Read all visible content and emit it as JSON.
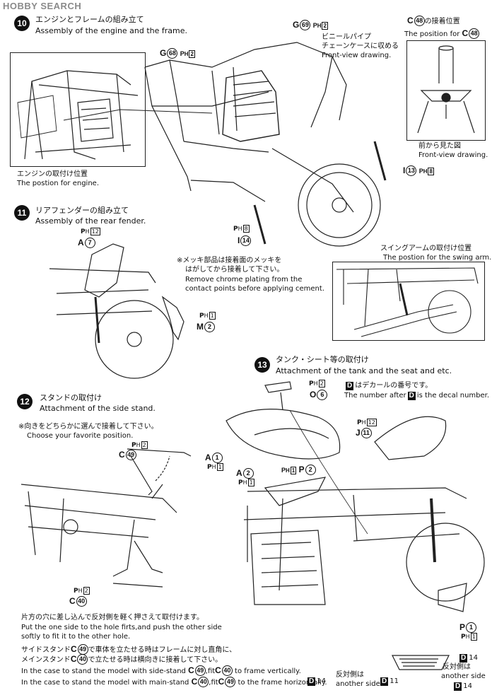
{
  "watermark": "HOBBY SEARCH",
  "steps": {
    "s10": {
      "num": "10",
      "jp": "エンジンとフレームの組み立て",
      "en": "Assembly of the engine and the frame."
    },
    "s11": {
      "num": "11",
      "jp": "リアフェンダーの組み立て",
      "en": "Assembly of the rear fender."
    },
    "s12": {
      "num": "12",
      "jp": "スタンドの取付け",
      "en": "Attachment of the side stand."
    },
    "s13": {
      "num": "13",
      "jp": "タンク・シート等の取付け",
      "en": "Attachment of the tank and the seat and etc."
    }
  },
  "notes": {
    "engine_pos_jp": "エンジンの取付け位置",
    "engine_pos_en": "The postion for engine.",
    "vinyl_jp1": "ビニールパイプ",
    "vinyl_jp2": "チェーンケースに収める",
    "vinyl_en": "Front-view drawing.",
    "c48_jp": "の接着位置",
    "c48_en": "The position for",
    "front_jp": "前から見た図",
    "front_en": "Front-view drawing.",
    "swing_jp": "スイングアームの取付け位置",
    "swing_en": "The postion for the swing arm.",
    "chrome_jp1": "※メッキ部品は接着面のメッキを",
    "chrome_jp2": "はがしてから接着して下さい。",
    "chrome_en1": "Remove chrome plating from the",
    "chrome_en2": "contact points before applying cement.",
    "choose_jp": "※向きをどちらかに選んで接着して下さい。",
    "choose_en": "Choose your favorite position.",
    "decal_jp": "はデカールの番号です。",
    "decal_en_pre": "The number after",
    "decal_en_post": "is the decal number.",
    "hole_jp": "片方の穴に差し込んで反対側を軽く押さえて取付けます。",
    "hole_en1": "Put the one side to the hole firts,and push the other side",
    "hole_en2": "softly to fit it to the other hole.",
    "side_jp_pre": "サイドスタンド",
    "side_jp_post": "で車体を立たせる時はフレームに対し直角に、",
    "main_jp_pre": "メインスタンド",
    "main_jp_post": "で立たせる時は横向きに接着して下さい。",
    "case1_a": "In the case to stand the model with side-stand",
    "case1_b": ",fit",
    "case1_c": "to frame vertically.",
    "case2_a": "In the case to stand the model with main-stand",
    "case2_b": ",fit",
    "case2_c": "to the frame horizontally.",
    "other_jp": "反対側は",
    "other_en": "another side"
  },
  "parts": {
    "g69": {
      "letter": "G",
      "num": "69",
      "ph": "2"
    },
    "g68": {
      "letter": "G",
      "num": "68",
      "ph": "2"
    },
    "c48": {
      "letter": "C",
      "num": "48"
    },
    "i13": {
      "letter": "I",
      "num": "13",
      "ph": "8"
    },
    "i14": {
      "letter": "I",
      "num": "14",
      "ph": "8"
    },
    "a7": {
      "letter": "A",
      "num": "7",
      "ph": "12"
    },
    "m2": {
      "letter": "M",
      "num": "2",
      "ph": "1"
    },
    "o6": {
      "letter": "O",
      "num": "6",
      "ph": "2"
    },
    "j11": {
      "letter": "J",
      "num": "11",
      "ph": "12"
    },
    "a1": {
      "letter": "A",
      "num": "1",
      "ph": "1"
    },
    "a2": {
      "letter": "A",
      "num": "2",
      "ph": "1"
    },
    "p2": {
      "letter": "P",
      "num": "2",
      "ph": "1"
    },
    "c49": {
      "letter": "C",
      "num": "49",
      "ph": "2"
    },
    "c40": {
      "letter": "C",
      "num": "40",
      "ph": "2"
    },
    "p1": {
      "letter": "P",
      "num": "1",
      "ph": "1"
    },
    "d14a": {
      "letter": "D",
      "num": "14"
    },
    "d14b": {
      "letter": "D",
      "num": "14"
    },
    "d14c": {
      "letter": "D",
      "num": "14"
    },
    "d11": {
      "letter": "D",
      "num": "11"
    }
  },
  "ph_prefix": "P",
  "ph_sub": "H",
  "decal_letter": "D"
}
